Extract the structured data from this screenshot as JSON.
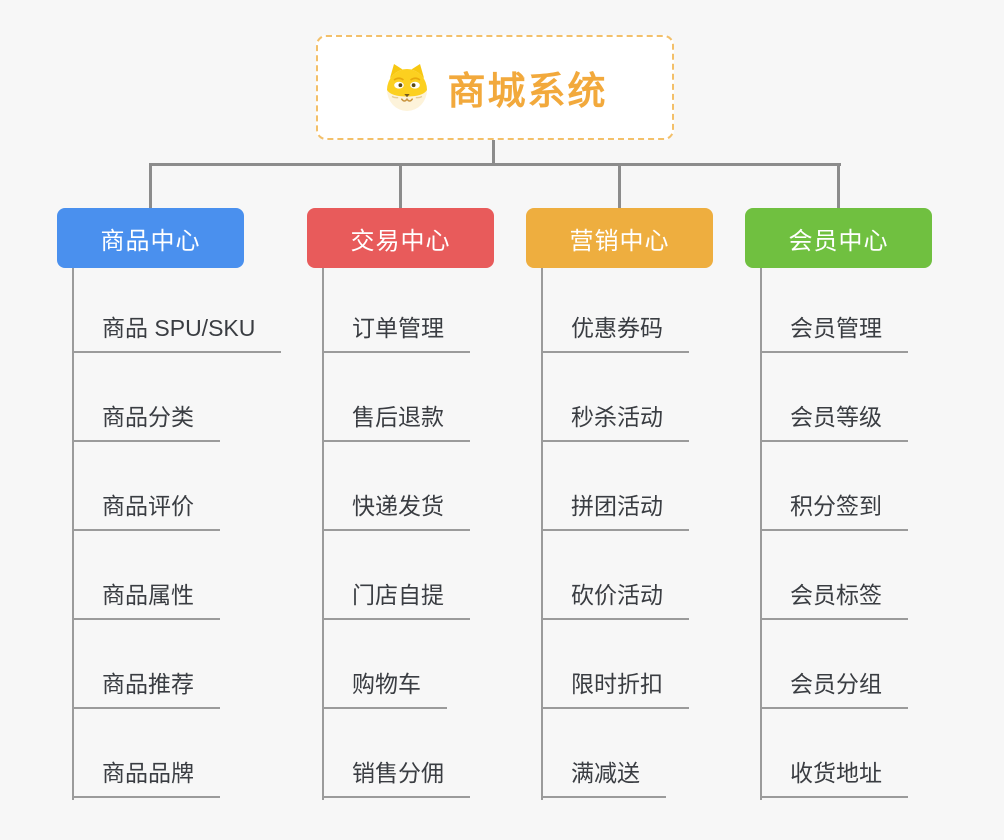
{
  "background_color": "#f7f7f7",
  "connector_color": "#8c8c8c",
  "sub_line_color": "#9b9b9b",
  "root": {
    "title": "商城系统",
    "icon": "dog-face-icon",
    "title_color": "#f2a93c",
    "border_color": "#f3c06a",
    "background": "#ffffff"
  },
  "branches": [
    {
      "label": "商品中心",
      "color": "#4a90ee",
      "children": [
        "商品 SPU/SKU",
        "商品分类",
        "商品评价",
        "商品属性",
        "商品推荐",
        "商品品牌"
      ]
    },
    {
      "label": "交易中心",
      "color": "#e85b5b",
      "children": [
        "订单管理",
        "售后退款",
        "快递发货",
        "门店自提",
        "购物车",
        "销售分佣"
      ]
    },
    {
      "label": "营销中心",
      "color": "#eeae3f",
      "children": [
        "优惠券码",
        "秒杀活动",
        "拼团活动",
        "砍价活动",
        "限时折扣",
        "满减送"
      ]
    },
    {
      "label": "会员中心",
      "color": "#70c040",
      "children": [
        "会员管理",
        "会员等级",
        "积分签到",
        "会员标签",
        "会员分组",
        "收货地址"
      ]
    }
  ]
}
